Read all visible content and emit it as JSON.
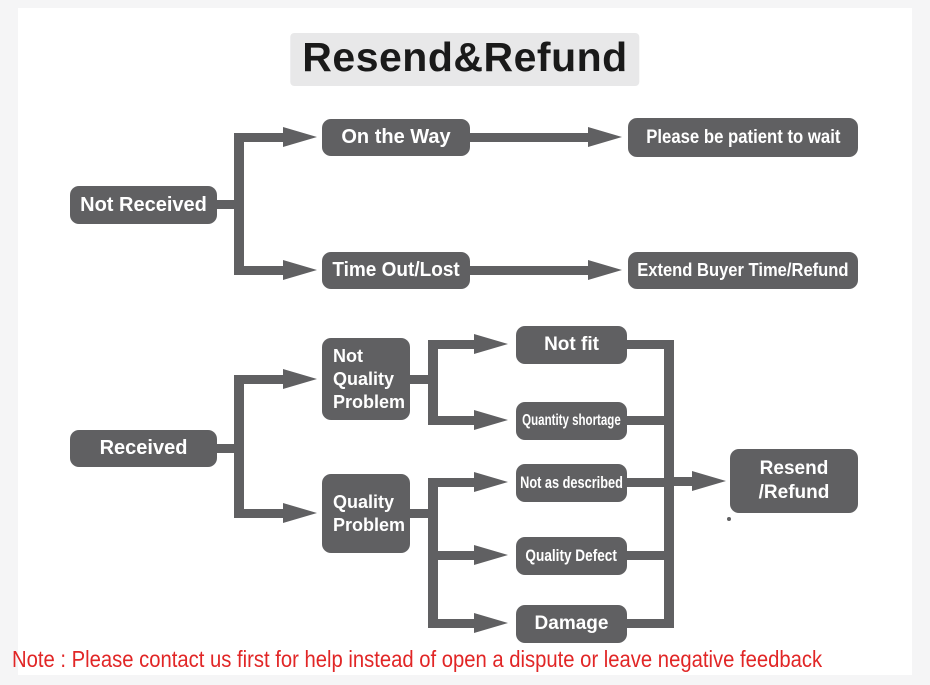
{
  "title": {
    "text": "Resend&Refund"
  },
  "colors": {
    "bg_outer": "#f5f5f6",
    "bg_inner": "#ffffff",
    "title_highlight": "#e8e8e9",
    "title_color": "#1a1a1a",
    "node_fill": "#606062",
    "node_text": "#ffffff",
    "connector": "#606062",
    "note_red": "#e12626"
  },
  "nodes": {
    "not_received": {
      "label": "Not Received"
    },
    "on_the_way": {
      "label": "On the Way"
    },
    "please_patient": {
      "label": "Please be patient to wait"
    },
    "time_out_lost": {
      "label": "Time Out/Lost"
    },
    "extend_buyer": {
      "label": "Extend Buyer Time/Refund"
    },
    "received": {
      "label": "Received"
    },
    "not_quality_problem": {
      "lines": [
        "Not",
        "Quality",
        "Problem"
      ]
    },
    "quality_problem": {
      "lines": [
        "Quality",
        "Problem"
      ]
    },
    "not_fit": {
      "label": "Not fit"
    },
    "quantity_shortage": {
      "label": "Quantity shortage"
    },
    "not_as_described": {
      "label": "Not as described"
    },
    "quality_defect": {
      "label": "Quality Defect"
    },
    "damage": {
      "label": "Damage"
    },
    "resend_refund": {
      "lines": [
        "Resend",
        "/Refund"
      ]
    }
  },
  "note": {
    "text": "Note : Please contact us first for help instead of open a dispute or leave negative feedback"
  }
}
